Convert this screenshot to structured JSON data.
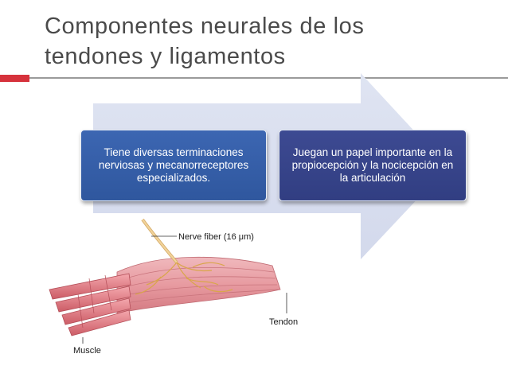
{
  "slide": {
    "title_line1": "Componentes neurales de los",
    "title_line2": "tendones y ligamentos",
    "box1_text": "Tiene diversas terminaciones nerviosas y mecanorreceptores especializados.",
    "box2_text": "Juegan un papel importante en la propiocepción y la nocicepción en la articulación"
  },
  "figure": {
    "label_nerve": "Nerve fiber (16 μm)",
    "label_tendon": "Tendon",
    "label_muscle": "Muscle"
  },
  "colors": {
    "accent_red": "#d6323c",
    "box1": "#3561a9",
    "box2": "#36448a",
    "arrow": "#d9dff0"
  }
}
